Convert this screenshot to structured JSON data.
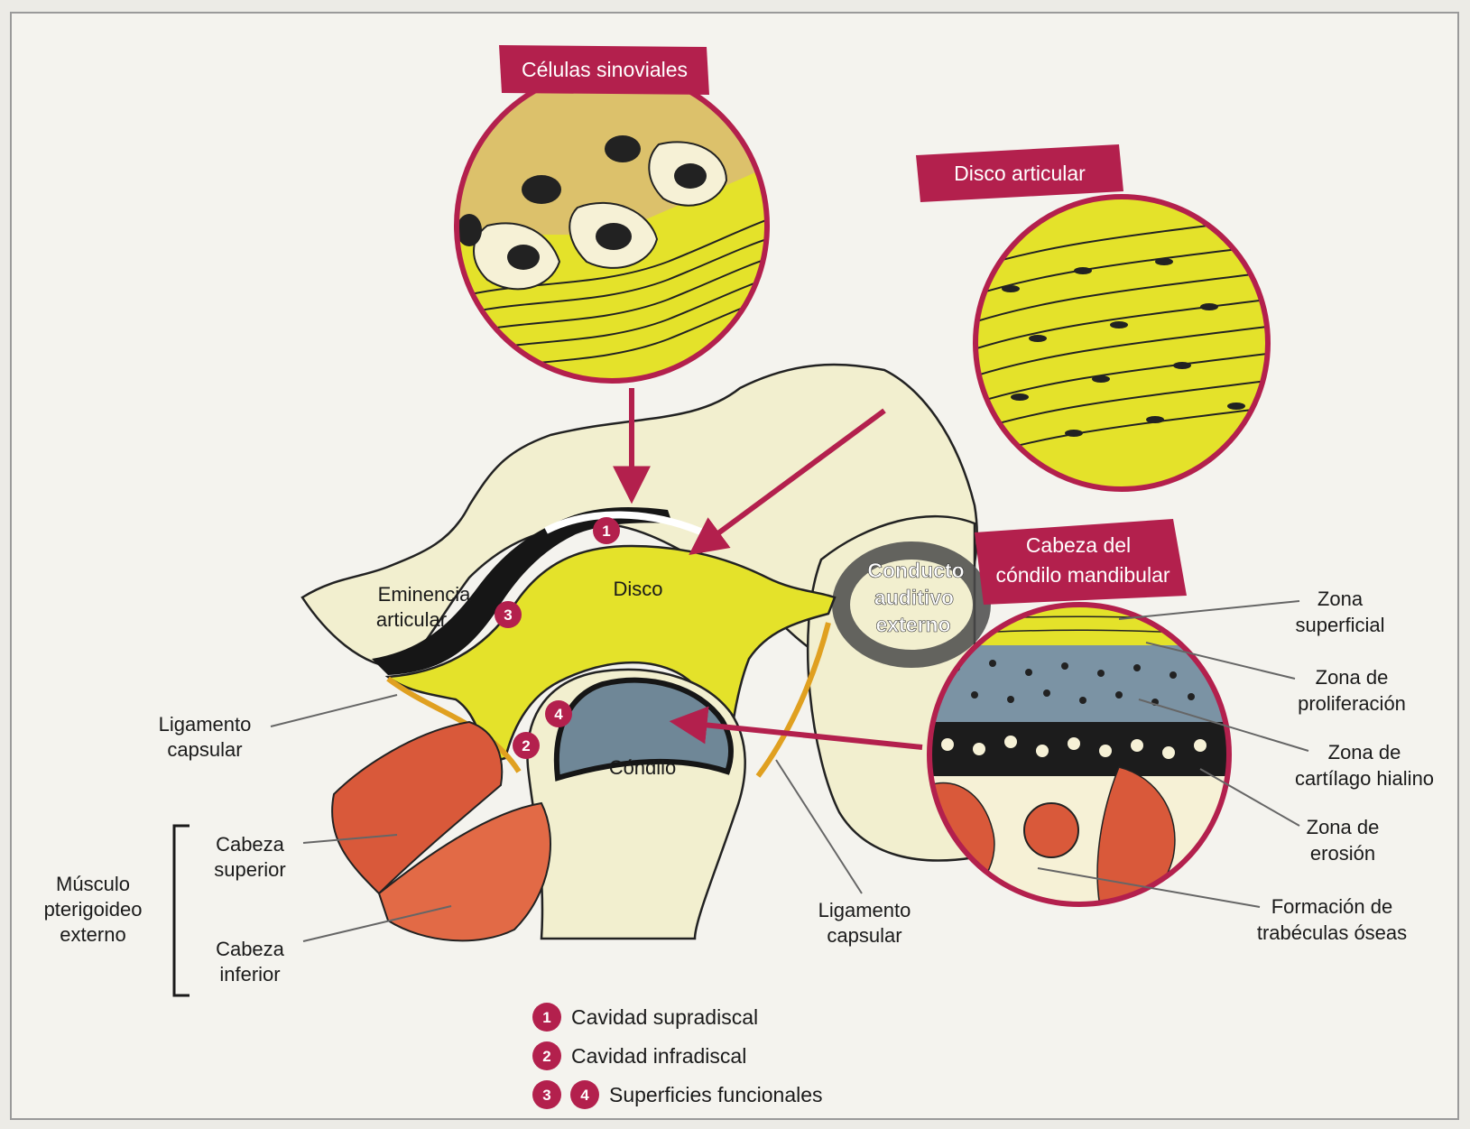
{
  "callouts": {
    "synovial": "Células sinoviales",
    "disc": "Disco articular",
    "condyle_head": [
      "Cabeza del",
      "cóndilo mandibular"
    ]
  },
  "labels": {
    "eminence": [
      "Eminencia",
      "articular"
    ],
    "disc": "Disco",
    "condyle": "Cóndilo",
    "ear_canal": [
      "Conducto",
      "auditivo",
      "externo"
    ],
    "capsular_left": [
      "Ligamento",
      "capsular"
    ],
    "capsular_right": [
      "Ligamento",
      "capsular"
    ],
    "muscle": [
      "Músculo",
      "pterigoideo",
      "externo"
    ],
    "superior_head": [
      "Cabeza",
      "superior"
    ],
    "inferior_head": [
      "Cabeza",
      "inferior"
    ]
  },
  "zones": [
    [
      "Zona",
      "superficial"
    ],
    [
      "Zona de",
      "proliferación"
    ],
    [
      "Zona de",
      "cartílago hialino"
    ],
    [
      "Zona de",
      "erosión"
    ],
    [
      "Formación de",
      "trabéculas óseas"
    ]
  ],
  "markers": [
    "1",
    "2",
    "3",
    "4"
  ],
  "legend": [
    {
      "numbers": [
        "1"
      ],
      "text": "Cavidad supradiscal"
    },
    {
      "numbers": [
        "2"
      ],
      "text": "Cavidad infradiscal"
    },
    {
      "numbers": [
        "3",
        "4"
      ],
      "text": "Superficies funcionales"
    }
  ],
  "colors": {
    "accent": "#b3204d",
    "disc_yellow": "#e4e22a",
    "bone": "#f2efcf",
    "cartilage": "#6f8797",
    "muscle": "#d9593a",
    "background": "#ecebe6"
  }
}
